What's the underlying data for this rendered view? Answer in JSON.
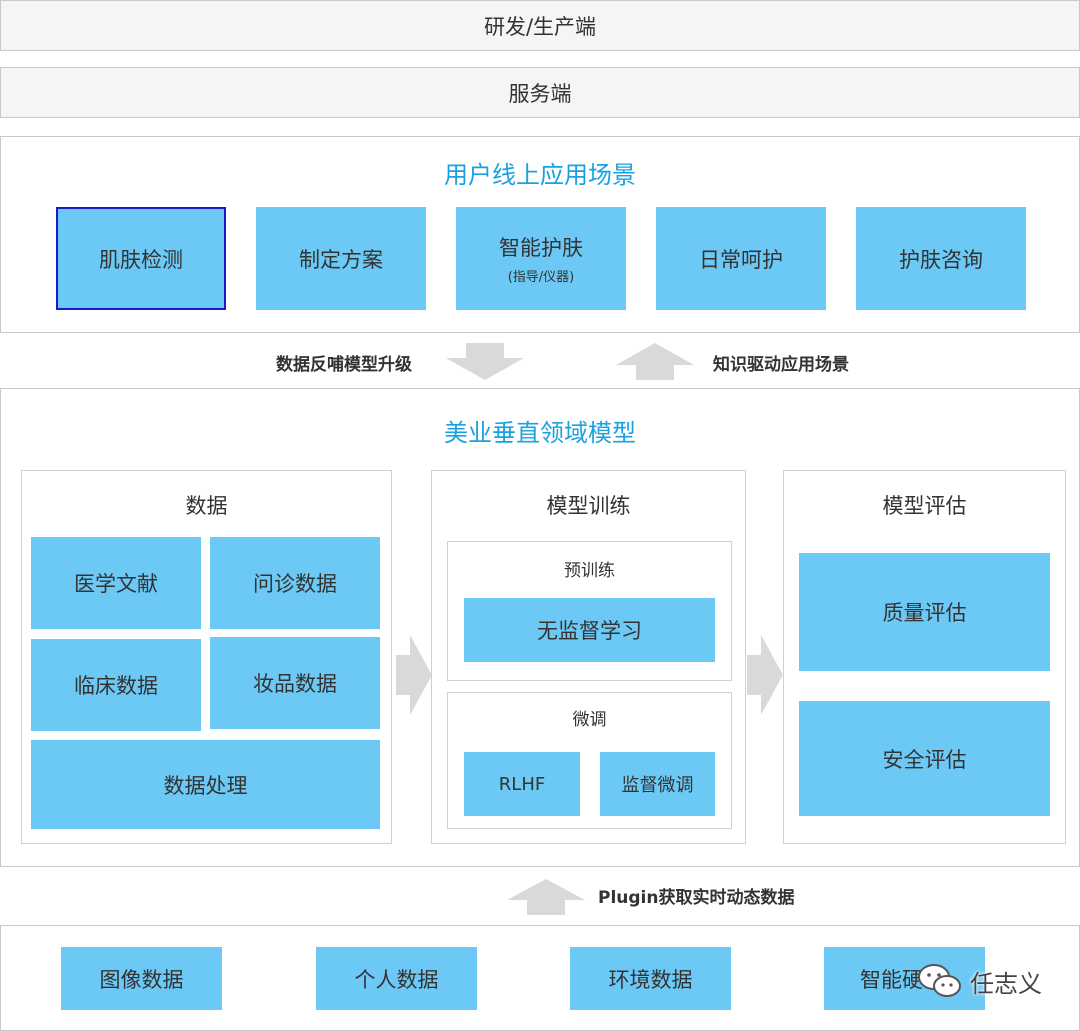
{
  "layers": {
    "rd_production": "研发/生产端",
    "server": "服务端"
  },
  "user_scenarios": {
    "title": "用户线上应用场景",
    "items": [
      {
        "label": "肌肤检测",
        "sub": ""
      },
      {
        "label": "制定方案",
        "sub": ""
      },
      {
        "label": "智能护肤",
        "sub": "(指导/仪器)"
      },
      {
        "label": "日常呵护",
        "sub": ""
      },
      {
        "label": "护肤咨询",
        "sub": ""
      }
    ]
  },
  "flows": {
    "feedback": "数据反哺模型升级",
    "knowledge": "知识驱动应用场景",
    "plugin": "Plugin获取实时动态数据"
  },
  "vertical_model": {
    "title": "美业垂直领域模型",
    "data": {
      "title": "数据",
      "items": [
        "医学文献",
        "问诊数据",
        "临床数据",
        "妆品数据"
      ],
      "processing": "数据处理"
    },
    "training": {
      "title": "模型训练",
      "pretrain": {
        "title": "预训练",
        "item": "无监督学习"
      },
      "finetune": {
        "title": "微调",
        "items": [
          "RLHF",
          "监督微调"
        ]
      }
    },
    "evaluation": {
      "title": "模型评估",
      "items": [
        "质量评估",
        "安全评估"
      ]
    }
  },
  "data_sources": {
    "items": [
      "图像数据",
      "个人数据",
      "环境数据",
      "智能硬"
    ]
  },
  "watermark": {
    "text": "任志义",
    "icon": "wechat-icon"
  },
  "colors": {
    "box_fill": "#6cc9f5",
    "title_blue": "#1aa1e2",
    "arrow_gray": "#d9d9d9",
    "selected_border": "#1a1acc"
  }
}
